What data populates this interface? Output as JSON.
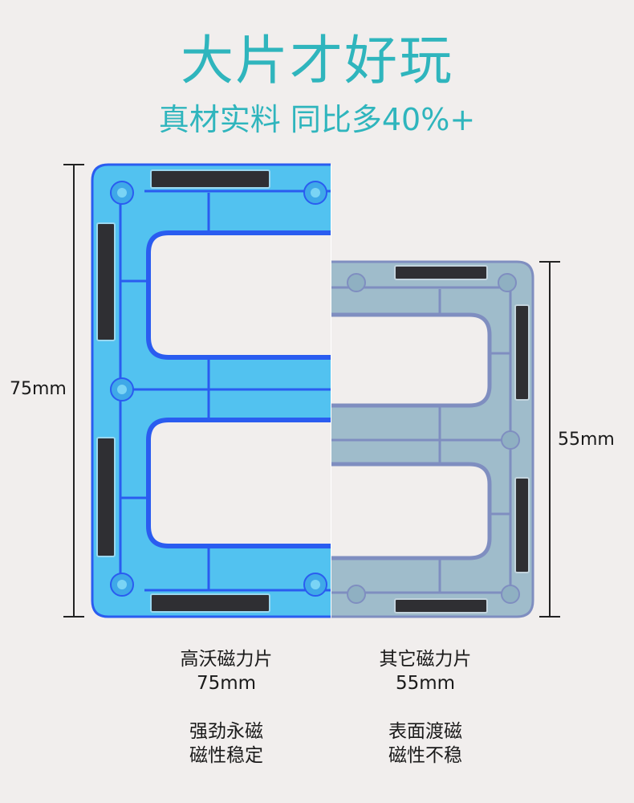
{
  "header": {
    "title": "大片才好玩",
    "subtitle": "真材实料 同比多40%+"
  },
  "dimensions": {
    "left": "75mm",
    "right": "55mm"
  },
  "captions": {
    "left": {
      "name": "高沃磁力片",
      "size": "75mm",
      "feature_1": "强劲永磁",
      "feature_2": "磁性稳定"
    },
    "right": {
      "name": "其它磁力片",
      "size": "55mm",
      "feature_1": "表面渡磁",
      "feature_2": "磁性不稳"
    }
  },
  "colors": {
    "accent": "#2fb5bd",
    "left_tile": "#52c2f0",
    "left_frame": "#2a5cf0",
    "right_tile": "#9fbccb",
    "right_frame": "#7f8ec0",
    "magnet": "#2f2f33"
  }
}
